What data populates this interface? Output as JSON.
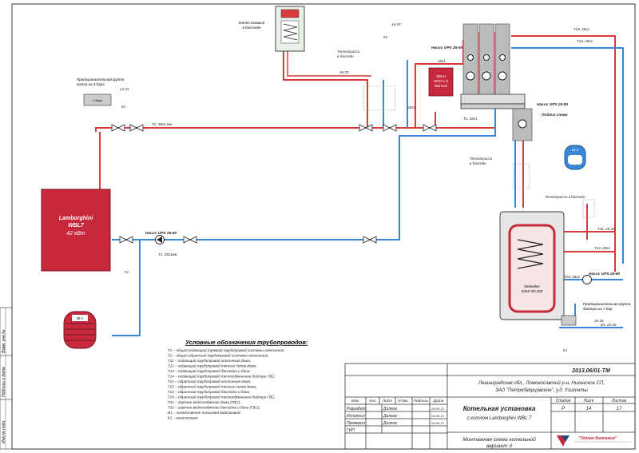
{
  "boiler": {
    "name": "Lamborghini",
    "model": "WBL7",
    "power": "42 кВт"
  },
  "pool_boiler": {
    "label_line1": "Котёл газовый",
    "label_line2": "в бассейне"
  },
  "safety_group_top": {
    "line1": "Предохранительная группа",
    "line2": "котла на 3 бара",
    "bar": "3 бара"
  },
  "safety_group_bottom": {
    "line1": "Предохранительная группа",
    "line2": "бойлера на 7 бар"
  },
  "expansion_tank_left": "35 л",
  "expansion_tank_right": "16 л",
  "heater": {
    "line1": "ЭВАН",
    "line2": "ЭПО-1-5",
    "line3": "Warmos"
  },
  "storage": {
    "line1": "Stiebeltier",
    "line2": "SSW 3/0 200"
  },
  "pumps": {
    "pump_main": "Насос UPS 25-60",
    "pump_top": "Насос UPS 25-60",
    "pump_right": "Насос UPS 25-80",
    "pump_boiler": "Насос UPS 25-60"
  },
  "feed_left": "Подача слева",
  "heat_route_1": {
    "line1": "Теплотрасса",
    "line2": "в бассейн"
  },
  "heat_route_2": {
    "line1": "Теплотрасса",
    "line2": "в бассейн"
  },
  "heat_route_3": "Теплотрасса в бассейн",
  "pipe_labels": {
    "t2_main": "Т2, 28х1 мм",
    "t1_main": "Т1, 28х1мм",
    "t1_right": "Т1, 28х1",
    "t24": "Т24, 28х1",
    "t14": "Т14, 28х1",
    "t14b": "Т14, 28х1",
    "t31": "Т31, 20-26",
    "t24b": "Т24, 28х1",
    "b1": "В1, 20-26",
    "pipe_26_20": "26-20",
    "pipe_28x1": "28х1",
    "dim_16_20": "16-20",
    "dim_12_15": "12-15",
    "dim_20_26": "20-26",
    "dim_2": "28х1"
  },
  "valve_labels": {
    "k1": "К1",
    "bar_3": "3 бара"
  },
  "legend": {
    "title": "Условные обозначения трубопроводов:",
    "items": [
      "Т1  – общий подающий (прямой) трубопровод системы отопления;",
      "Т2  – общий обратный трубопровод системы отопления;",
      "Т11  – подающий трубопровод отопления дома;",
      "Т12  – подающий трубопровод тёплых полов дома;",
      "Т13  – подающий трубопровод бассейна и бани;",
      "Т14  – подающий трубопровод теплообменника бойлера ГВС;",
      "Т21  – обратный трубопровод отопления дома;",
      "Т22  – обратный трубопровод тёплых полов дома;",
      "Т23  – обратный трубопровод бассейна и бани;",
      "Т24  – обратный трубопровод теплообменника бойлера ГВС;",
      "Т31  – горячее водоснабжение дома (ГВС);",
      "Т32  – горячее водоснабжение бассейна и бани (ГВС);",
      "В1  – хозяйственно-питьевой водопровод;",
      "К1  – канализация."
    ]
  },
  "title_block": {
    "doc_code": "2013.06/01-ТМ",
    "address_line1": "Ленинградская обл., Ломоносовский р-н, Низинское СП,",
    "address_line2": "ЗАО \"Петродворцовское\", у.д. Узигонты",
    "project_title": "Котельная установка",
    "project_subtitle": "с котлом Lamborghini WBL 7",
    "sheet_title_line1": "Монтажная схема котельной",
    "sheet_title_line2": "вариант II",
    "col_headers": [
      "Изм.",
      "Кол.",
      "Лист",
      "N док.",
      "Подпись",
      "Дата"
    ],
    "roles": [
      {
        "role": "Разработ.",
        "name": "Долгов",
        "date": "24.06.13"
      },
      {
        "role": "Исполнил",
        "name": "Долгов",
        "date": "24.06.13"
      },
      {
        "role": "Проверил",
        "name": "Долгов",
        "date": "24.06.13"
      },
      {
        "role": "ГИП",
        "name": "",
        "date": ""
      }
    ],
    "stage_header": "Стадия",
    "sheet_header": "Лист",
    "sheets_header": "Листов",
    "stage": "Р",
    "sheet": "14",
    "sheets": "17",
    "company": "\"Тёплая Компания\""
  },
  "side_stamps": [
    "Инв.№ подл.",
    "Подпись и дата",
    "Взам. инв.№"
  ],
  "colors": {
    "supply": "#d93a3a",
    "return": "#3a86d9",
    "boiler": "#c8283c",
    "frame": "#333333"
  }
}
